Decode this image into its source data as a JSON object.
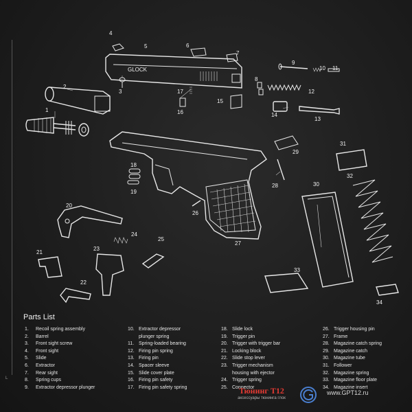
{
  "diagram": {
    "callouts": [
      "1",
      "2",
      "3",
      "4",
      "5",
      "6",
      "7",
      "8",
      "9",
      "10",
      "11",
      "12",
      "13",
      "14",
      "15",
      "16",
      "17",
      "18",
      "19",
      "20",
      "21",
      "22",
      "23",
      "24",
      "25",
      "26",
      "27",
      "28",
      "29",
      "30",
      "31",
      "32",
      "33",
      "34"
    ],
    "slide_marking": "GLOCK"
  },
  "parts_list": {
    "title": "Parts List",
    "items": [
      {
        "num": "1.",
        "name": "Recoil spring assembly"
      },
      {
        "num": "2.",
        "name": "Barrel"
      },
      {
        "num": "3.",
        "name": "Front sight screw"
      },
      {
        "num": "4.",
        "name": "Front sight"
      },
      {
        "num": "5.",
        "name": "Slide"
      },
      {
        "num": "6.",
        "name": "Extractor"
      },
      {
        "num": "7.",
        "name": "Rear sight"
      },
      {
        "num": "8.",
        "name": "Spring cups"
      },
      {
        "num": "9.",
        "name": "Extractor depressor plunger"
      },
      {
        "num": "10.",
        "name": "Extractor depressor",
        "cont": "plunger spring"
      },
      {
        "num": "11.",
        "name": "Spring-loaded bearing"
      },
      {
        "num": "12.",
        "name": "Firing pin spring"
      },
      {
        "num": "13.",
        "name": "Firing pin"
      },
      {
        "num": "14.",
        "name": "Spacer sleeve"
      },
      {
        "num": "15.",
        "name": "Slide cover plate"
      },
      {
        "num": "16.",
        "name": "Firing pin safety"
      },
      {
        "num": "17.",
        "name": "Firing pin safety spring"
      },
      {
        "num": "18.",
        "name": "Slide lock"
      },
      {
        "num": "19.",
        "name": "Trigger pin"
      },
      {
        "num": "20.",
        "name": "Trigger with trigger bar"
      },
      {
        "num": "21.",
        "name": "Locking block"
      },
      {
        "num": "22.",
        "name": "Slide stop lever"
      },
      {
        "num": "23.",
        "name": "Trigger mechanism",
        "cont": "housing with ejector"
      },
      {
        "num": "24.",
        "name": "Trigger spring"
      },
      {
        "num": "25.",
        "name": "Connector"
      },
      {
        "num": "26.",
        "name": "Trigger housing pin"
      },
      {
        "num": "27.",
        "name": "Frame"
      },
      {
        "num": "28.",
        "name": "Magazine catch spring"
      },
      {
        "num": "29.",
        "name": "Magazine catch"
      },
      {
        "num": "30.",
        "name": "Magazine tube"
      },
      {
        "num": "31.",
        "name": "Follower"
      },
      {
        "num": "32.",
        "name": "Magazine spring"
      },
      {
        "num": "33.",
        "name": "Magazine floor plate"
      },
      {
        "num": "34.",
        "name": "Magazine insert"
      }
    ]
  },
  "branding": {
    "left_name": "Тюнинг Т12",
    "left_tagline": "аксессуары тюнинга глок",
    "right_url": "www.GPT12.ru",
    "corner_mark": "L",
    "brand_red": "#e23a33"
  }
}
